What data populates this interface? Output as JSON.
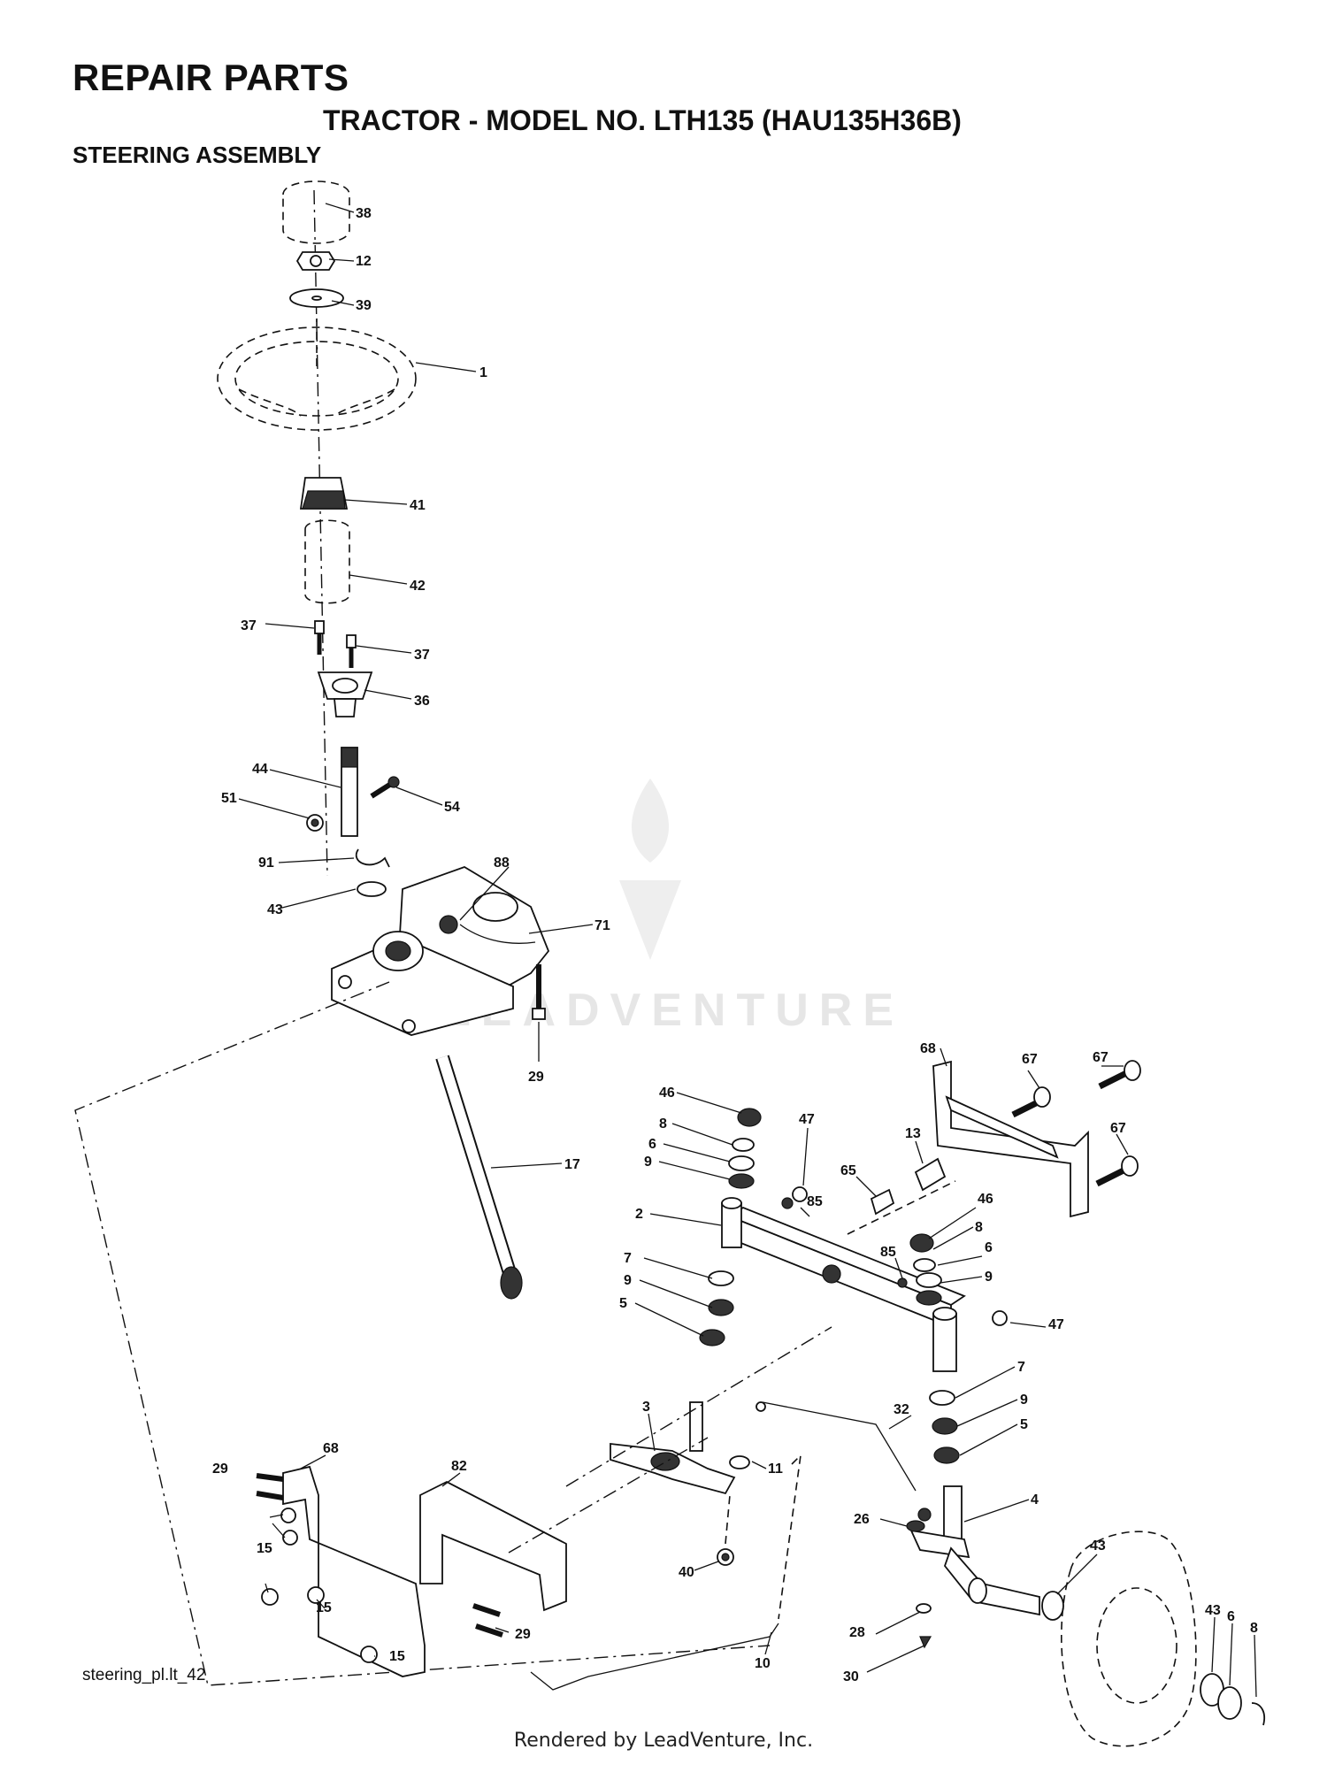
{
  "header": {
    "title": "REPAIR PARTS",
    "subtitle": "TRACTOR - MODEL NO. LTH135 (HAU135H36B)",
    "section": "STEERING ASSEMBLY"
  },
  "footer": {
    "diagram_id": "steering_pl.lt_42",
    "rendered_by": "Rendered by LeadVenture, Inc."
  },
  "watermark": "LEADVENTURE",
  "callouts": [
    "38",
    "12",
    "39",
    "1",
    "41",
    "42",
    "37",
    "37",
    "36",
    "44",
    "54",
    "51",
    "91",
    "88",
    "43",
    "71",
    "29",
    "17",
    "68",
    "67",
    "67",
    "67",
    "46",
    "47",
    "8",
    "6",
    "9",
    "13",
    "65",
    "2",
    "85",
    "46",
    "8",
    "85",
    "6",
    "7",
    "9",
    "9",
    "5",
    "47",
    "7",
    "9",
    "5",
    "32",
    "3",
    "11",
    "4",
    "26",
    "40",
    "43",
    "28",
    "43",
    "6",
    "8",
    "30",
    "10",
    "29",
    "68",
    "82",
    "15",
    "15",
    "29",
    "15"
  ]
}
